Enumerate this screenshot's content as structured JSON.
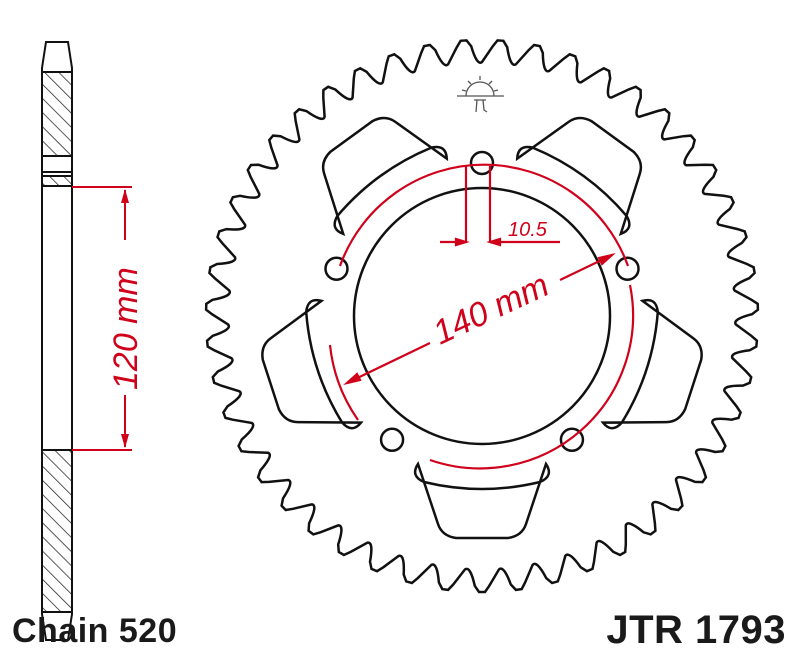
{
  "diagram": {
    "chain_label": "Chain 520",
    "part_number": "JTR 1793",
    "dimensions": {
      "center_bore": "120 mm",
      "bolt_circle": "140 mm",
      "bolt_hole": "10.5"
    },
    "bolt_holes": 5,
    "teeth": 47,
    "colors": {
      "outline": "#111111",
      "dimension": "#d0021b",
      "logo": "#555555"
    }
  }
}
